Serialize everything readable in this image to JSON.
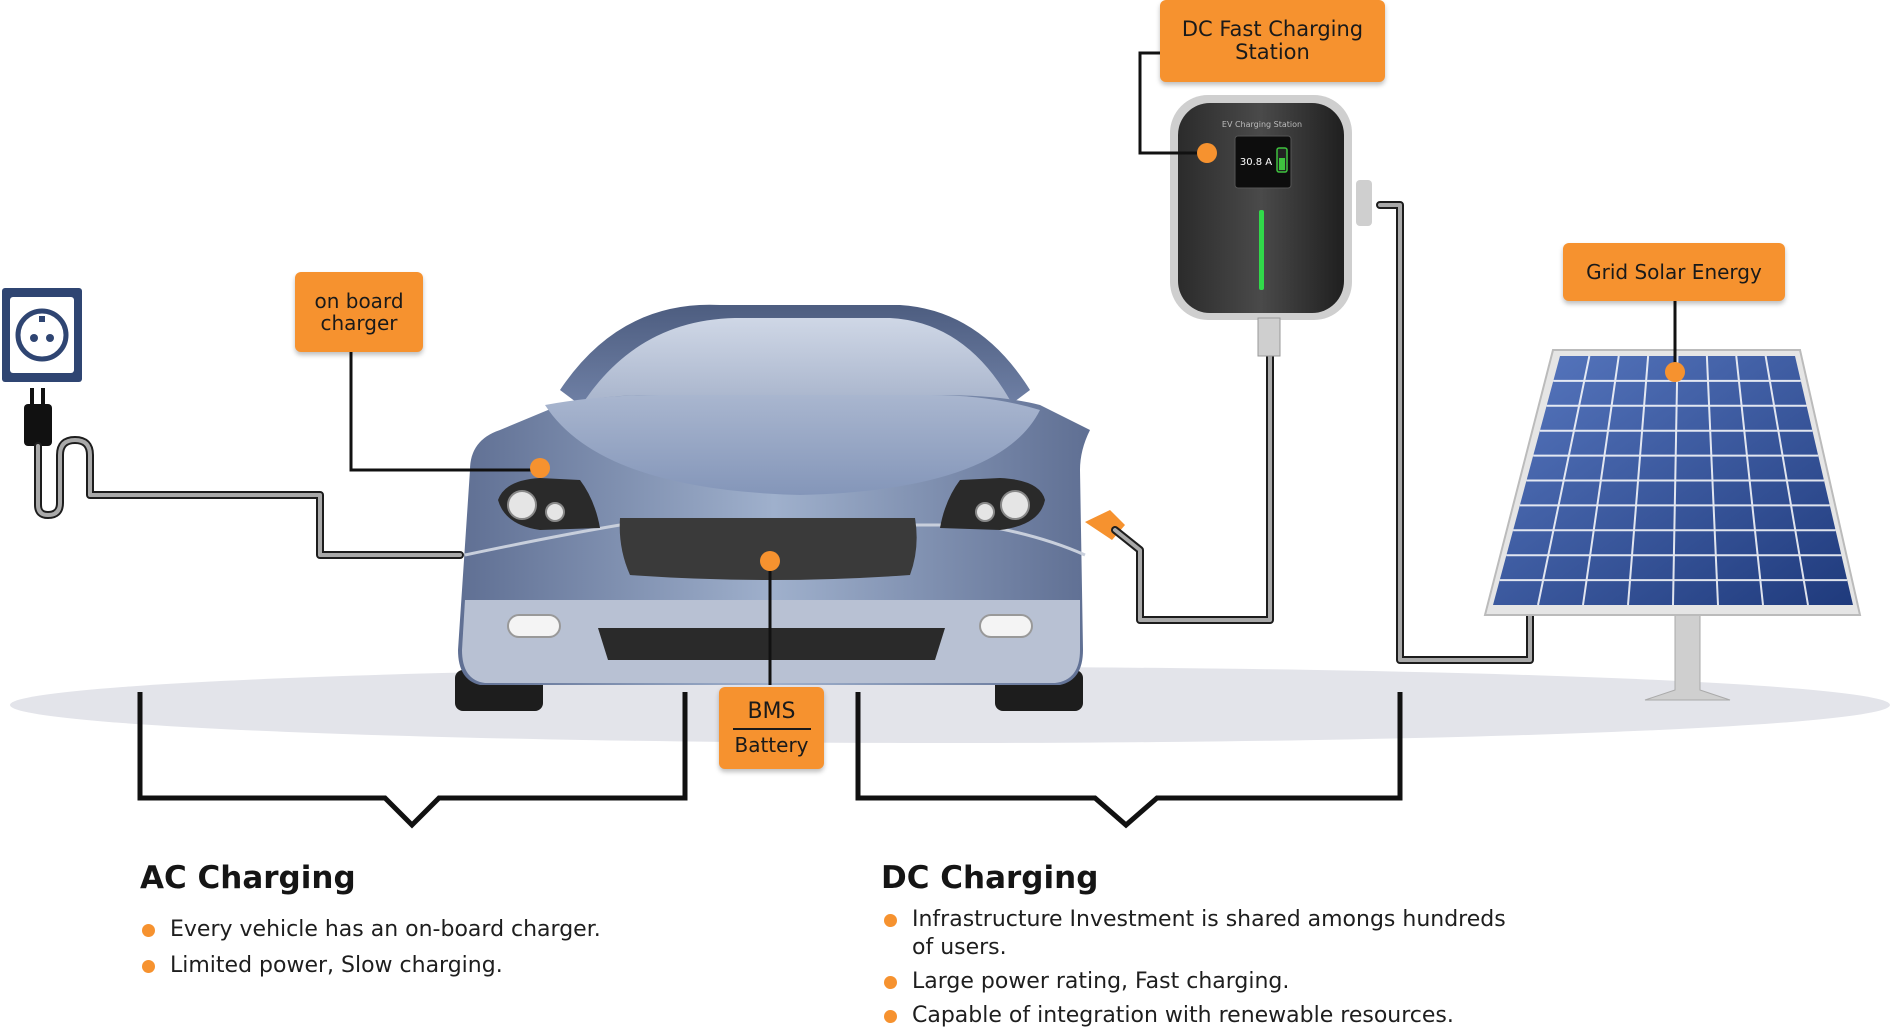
{
  "callouts": {
    "dc_station": {
      "line1": "DC Fast Charging",
      "line2": "Station"
    },
    "onboard": {
      "line1": "on board",
      "line2": "charger"
    },
    "solar": {
      "label": "Grid Solar Energy"
    },
    "bms": {
      "line1": "BMS",
      "line2": "Battery"
    }
  },
  "station_screen": {
    "brand": "EV Charging Station",
    "current": "30.8 A"
  },
  "ac": {
    "title": "AC Charging",
    "bullets": [
      "Every vehicle has an on-board charger.",
      "Limited power, Slow charging."
    ]
  },
  "dc": {
    "title": "DC Charging",
    "bullets": [
      {
        "line1": "Infrastructure Investment is shared amongs hundreds",
        "line2": "of users."
      },
      {
        "line1": "Large power rating, Fast charging."
      },
      {
        "line1": "Capable of integration with renewable resources."
      }
    ]
  },
  "colors": {
    "accent": "#f6922f",
    "car_body": "#7d8fb3",
    "panel": "#2c4a8f",
    "line": "#1a1a1a"
  }
}
